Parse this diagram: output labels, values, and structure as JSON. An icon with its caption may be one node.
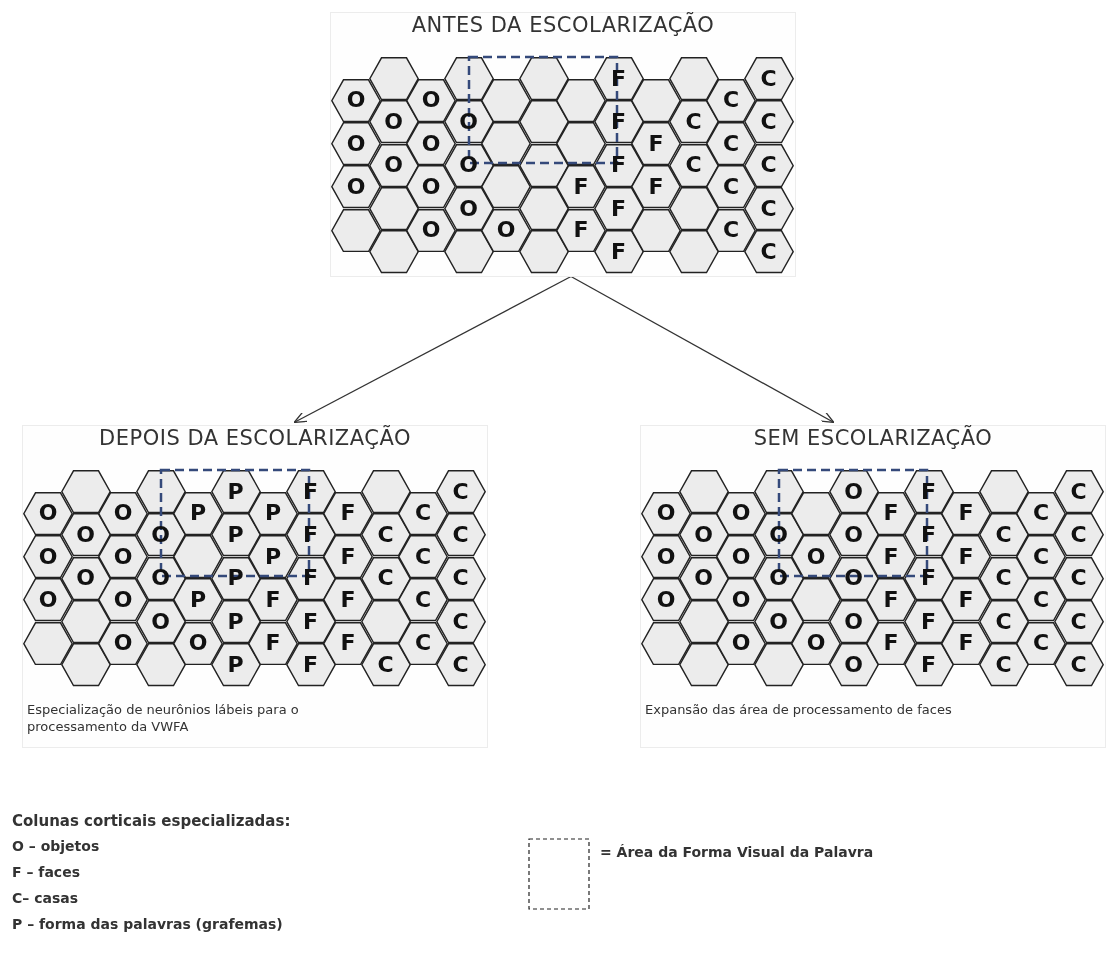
{
  "diagram": {
    "nodes": [
      {
        "text": [
          "ANTES DA ESCOLARIZAÇÃO"
        ]
      },
      {
        "text": [
          "O"
        ],
        "in": 0
      },
      {
        "text": [
          "O"
        ],
        "in": 0
      },
      {
        "text": [
          "O"
        ],
        "in": 0
      },
      {
        "text": [],
        "shape": "hexagon",
        "in": 0
      },
      {
        "text": [],
        "shape": "hexagon",
        "in": 0
      },
      {
        "text": [
          "O"
        ],
        "in": 0
      },
      {
        "text": [
          "O"
        ],
        "in": 0
      },
      {
        "text": [],
        "shape": "hexagon",
        "in": 0
      },
      {
        "text": [],
        "shape": "hexagon",
        "in": 0
      },
      {
        "text": [
          "O"
        ],
        "in": 0
      },
      {
        "text": [
          "O"
        ],
        "in": 0
      },
      {
        "text": [
          "O"
        ],
        "in": 0
      },
      {
        "text": [
          "O"
        ],
        "in": 0
      },
      {
        "text": [],
        "shape": "hexagon",
        "in": 0
      },
      {
        "text": [
          "O"
        ],
        "in": 0
      },
      {
        "text": [
          "O"
        ],
        "in": 0
      },
      {
        "text": [
          "O"
        ],
        "in": 0
      },
      {
        "text": [],
        "shape": "hexagon",
        "in": 0
      },
      {
        "text": [],
        "shape": "hexagon",
        "in": 0
      },
      {
        "text": [],
        "shape": "hexagon",
        "in": 0
      },
      {
        "text": [],
        "shape": "hexagon",
        "in": 0
      },
      {
        "text": [
          "O"
        ],
        "in": 0
      },
      {
        "text": [],
        "shape": "hexagon",
        "in": 0
      },
      {
        "text": [],
        "shape": "hexagon",
        "in": 0
      },
      {
        "text": [],
        "shape": "hexagon",
        "in": 0
      },
      {
        "text": [],
        "shape": "hexagon",
        "in": 0
      },
      {
        "text": [],
        "shape": "hexagon",
        "in": 0
      },
      {
        "text": [],
        "shape": "hexagon",
        "in": 0
      },
      {
        "text": [],
        "shape": "hexagon",
        "in": 0
      },
      {
        "text": [
          "F"
        ],
        "in": 0
      },
      {
        "text": [
          "F"
        ],
        "in": 0
      },
      {
        "text": [
          "F"
        ],
        "in": 0
      },
      {
        "text": [
          "F"
        ],
        "in": 0
      },
      {
        "text": [
          "F"
        ],
        "in": 0
      },
      {
        "text": [
          "F"
        ],
        "in": 0
      },
      {
        "text": [
          "F"
        ],
        "in": 0
      },
      {
        "text": [],
        "shape": "hexagon",
        "in": 0
      },
      {
        "text": [
          "F"
        ],
        "in": 0
      },
      {
        "text": [
          "F"
        ],
        "in": 0
      },
      {
        "text": [],
        "shape": "hexagon",
        "in": 0
      },
      {
        "text": [],
        "shape": "hexagon",
        "in": 0
      },
      {
        "text": [
          "C"
        ],
        "in": 0
      },
      {
        "text": [
          "C"
        ],
        "in": 0
      },
      {
        "text": [],
        "shape": "hexagon",
        "in": 0
      },
      {
        "text": [],
        "shape": "hexagon",
        "in": 0
      },
      {
        "text": [
          "C"
        ],
        "in": 0
      },
      {
        "text": [
          "C"
        ],
        "in": 0
      },
      {
        "text": [
          "C"
        ],
        "in": 0
      },
      {
        "text": [
          "C"
        ],
        "in": 0
      },
      {
        "text": [
          "C"
        ],
        "in": 0
      },
      {
        "text": [
          "C"
        ],
        "in": 0
      },
      {
        "text": [
          "C"
        ],
        "in": 0
      },
      {
        "text": [
          "C"
        ],
        "in": 0
      },
      {
        "text": [
          "C"
        ],
        "in": 0
      },
      {
        "text": [
          "DEPOIS DA ESCOLARIZAÇÃO"
        ],
        "beside": [
          "Especialização de neurônios lábeis para o processamento da VWFA"
        ]
      },
      {
        "text": [
          "O"
        ],
        "in": 55
      },
      {
        "text": [
          "O"
        ],
        "in": 55
      },
      {
        "text": [
          "O"
        ],
        "in": 55
      },
      {
        "text": [],
        "shape": "hexagon",
        "in": 55
      },
      {
        "text": [],
        "shape": "hexagon",
        "in": 55
      },
      {
        "text": [
          "O"
        ],
        "in": 55
      },
      {
        "text": [
          "O"
        ],
        "in": 55
      },
      {
        "text": [],
        "shape": "hexagon",
        "in": 55
      },
      {
        "text": [],
        "shape": "hexagon",
        "in": 55
      },
      {
        "text": [
          "O"
        ],
        "in": 55
      },
      {
        "text": [
          "O"
        ],
        "in": 55
      },
      {
        "text": [
          "O"
        ],
        "in": 55
      },
      {
        "text": [
          "O"
        ],
        "in": 55
      },
      {
        "text": [],
        "shape": "hexagon",
        "in": 55
      },
      {
        "text": [
          "O"
        ],
        "in": 55
      },
      {
        "text": [
          "O"
        ],
        "in": 55
      },
      {
        "text": [
          "O"
        ],
        "in": 55
      },
      {
        "text": [],
        "shape": "hexagon",
        "in": 55
      },
      {
        "text": [
          "P"
        ],
        "in": 55
      },
      {
        "text": [],
        "shape": "hexagon",
        "in": 55
      },
      {
        "text": [
          "P"
        ],
        "in": 55
      },
      {
        "text": [
          "O"
        ],
        "in": 55
      },
      {
        "text": [
          "P"
        ],
        "in": 55
      },
      {
        "text": [
          "P"
        ],
        "in": 55
      },
      {
        "text": [
          "P"
        ],
        "in": 55
      },
      {
        "text": [
          "P"
        ],
        "in": 55
      },
      {
        "text": [
          "P"
        ],
        "in": 55
      },
      {
        "text": [
          "P"
        ],
        "in": 55
      },
      {
        "text": [
          "P"
        ],
        "in": 55
      },
      {
        "text": [
          "F"
        ],
        "in": 55
      },
      {
        "text": [
          "F"
        ],
        "in": 55
      },
      {
        "text": [
          "F"
        ],
        "in": 55
      },
      {
        "text": [
          "F"
        ],
        "in": 55
      },
      {
        "text": [
          "F"
        ],
        "in": 55
      },
      {
        "text": [
          "F"
        ],
        "in": 55
      },
      {
        "text": [
          "F"
        ],
        "in": 55
      },
      {
        "text": [
          "F"
        ],
        "in": 55
      },
      {
        "text": [
          "F"
        ],
        "in": 55
      },
      {
        "text": [
          "F"
        ],
        "in": 55
      },
      {
        "text": [
          "F"
        ],
        "in": 55
      },
      {
        "text": [],
        "shape": "hexagon",
        "in": 55
      },
      {
        "text": [
          "C"
        ],
        "in": 55
      },
      {
        "text": [
          "C"
        ],
        "in": 55
      },
      {
        "text": [],
        "shape": "hexagon",
        "in": 55
      },
      {
        "text": [
          "C"
        ],
        "in": 55
      },
      {
        "text": [
          "C"
        ],
        "in": 55
      },
      {
        "text": [
          "C"
        ],
        "in": 55
      },
      {
        "text": [
          "C"
        ],
        "in": 55
      },
      {
        "text": [
          "C"
        ],
        "in": 55
      },
      {
        "text": [
          "C"
        ],
        "in": 55
      },
      {
        "text": [
          "C"
        ],
        "in": 55
      },
      {
        "text": [
          "C"
        ],
        "in": 55
      },
      {
        "text": [
          "C"
        ],
        "in": 55
      },
      {
        "text": [
          "C"
        ],
        "in": 55
      },
      {
        "text": [
          "SEM ESCOLARIZAÇÃO"
        ],
        "beside": [
          "Expansão das área de processamento de faces"
        ]
      },
      {
        "text": [
          "O"
        ],
        "in": 110
      },
      {
        "text": [
          "O"
        ],
        "in": 110
      },
      {
        "text": [
          "O"
        ],
        "in": 110
      },
      {
        "text": [],
        "shape": "hexagon",
        "in": 110
      },
      {
        "text": [],
        "shape": "hexagon",
        "in": 110
      },
      {
        "text": [
          "O"
        ],
        "in": 110
      },
      {
        "text": [
          "O"
        ],
        "in": 110
      },
      {
        "text": [],
        "shape": "hexagon",
        "in": 110
      },
      {
        "text": [],
        "shape": "hexagon",
        "in": 110
      },
      {
        "text": [
          "O"
        ],
        "in": 110
      },
      {
        "text": [
          "O"
        ],
        "in": 110
      },
      {
        "text": [
          "O"
        ],
        "in": 110
      },
      {
        "text": [
          "O"
        ],
        "in": 110
      },
      {
        "text": [],
        "shape": "hexagon",
        "in": 110
      },
      {
        "text": [
          "O"
        ],
        "in": 110
      },
      {
        "text": [
          "O"
        ],
        "in": 110
      },
      {
        "text": [
          "O"
        ],
        "in": 110
      },
      {
        "text": [],
        "shape": "hexagon",
        "in": 110
      },
      {
        "text": [],
        "shape": "hexagon",
        "in": 110
      },
      {
        "text": [
          "O"
        ],
        "in": 110
      },
      {
        "text": [],
        "shape": "hexagon",
        "in": 110
      },
      {
        "text": [
          "O"
        ],
        "in": 110
      },
      {
        "text": [
          "O"
        ],
        "in": 110
      },
      {
        "text": [
          "O"
        ],
        "in": 110
      },
      {
        "text": [
          "O"
        ],
        "in": 110
      },
      {
        "text": [
          "O"
        ],
        "in": 110
      },
      {
        "text": [
          "O"
        ],
        "in": 110
      },
      {
        "text": [
          "F"
        ],
        "in": 110
      },
      {
        "text": [
          "F"
        ],
        "in": 110
      },
      {
        "text": [
          "F"
        ],
        "in": 110
      },
      {
        "text": [
          "F"
        ],
        "in": 110
      },
      {
        "text": [
          "F"
        ],
        "in": 110
      },
      {
        "text": [
          "F"
        ],
        "in": 110
      },
      {
        "text": [
          "F"
        ],
        "in": 110
      },
      {
        "text": [
          "F"
        ],
        "in": 110
      },
      {
        "text": [
          "F"
        ],
        "in": 110
      },
      {
        "text": [
          "F"
        ],
        "in": 110
      },
      {
        "text": [
          "F"
        ],
        "in": 110
      },
      {
        "text": [
          "F"
        ],
        "in": 110
      },
      {
        "text": [
          "F"
        ],
        "in": 110
      },
      {
        "text": [],
        "shape": "hexagon",
        "in": 110
      },
      {
        "text": [
          "C"
        ],
        "in": 110
      },
      {
        "text": [
          "C"
        ],
        "in": 110
      },
      {
        "text": [
          "C"
        ],
        "in": 110
      },
      {
        "text": [
          "C"
        ],
        "in": 110
      },
      {
        "text": [
          "C"
        ],
        "in": 110
      },
      {
        "text": [
          "C"
        ],
        "in": 110
      },
      {
        "text": [
          "C"
        ],
        "in": 110
      },
      {
        "text": [
          "C"
        ],
        "in": 110
      },
      {
        "text": [
          "C"
        ],
        "in": 110
      },
      {
        "text": [
          "C"
        ],
        "in": 110
      },
      {
        "text": [
          "C"
        ],
        "in": 110
      },
      {
        "text": [
          "C"
        ],
        "in": 110
      },
      {
        "text": [
          "C"
        ],
        "in": 110
      }
    ],
    "edges": [
      {
        "from": 0,
        "to": 55,
        "arrow": "to"
      },
      {
        "from": 0,
        "to": 110,
        "arrow": "to"
      }
    ],
    "labels": [
      "Colunas corticais especializadas:",
      "O – objetos",
      "F – faces",
      "C– casas",
      "P – forma das palavras (grafemas)"
    ],
    "legend": [
      {
        "text": "= Área da Forma Visual da Palavra"
      }
    ]
  }
}
